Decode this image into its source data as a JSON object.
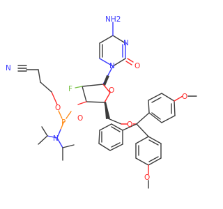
{
  "molecule": {
    "atom_labels": {
      "nh2": "NH2",
      "n_ring_top": "N",
      "n_ring_bottom": "N",
      "o_carbonyl": "O",
      "n_nitrile": "N",
      "f": "F",
      "o_furanose": "O",
      "o_phosphite_upper": "O",
      "o_phosphite_3prime": "O",
      "p": "P",
      "n_amine": "N",
      "o_trityl_ether": "O",
      "o_methoxy_top": "O",
      "o_methoxy_bottom": "O"
    },
    "colors": {
      "carbon": "#3b3b3b",
      "nitrogen": "#3a3aff",
      "oxygen": "#ff2a2a",
      "fluorine": "#76c043",
      "phosphorus": "#ff8c1a"
    }
  }
}
